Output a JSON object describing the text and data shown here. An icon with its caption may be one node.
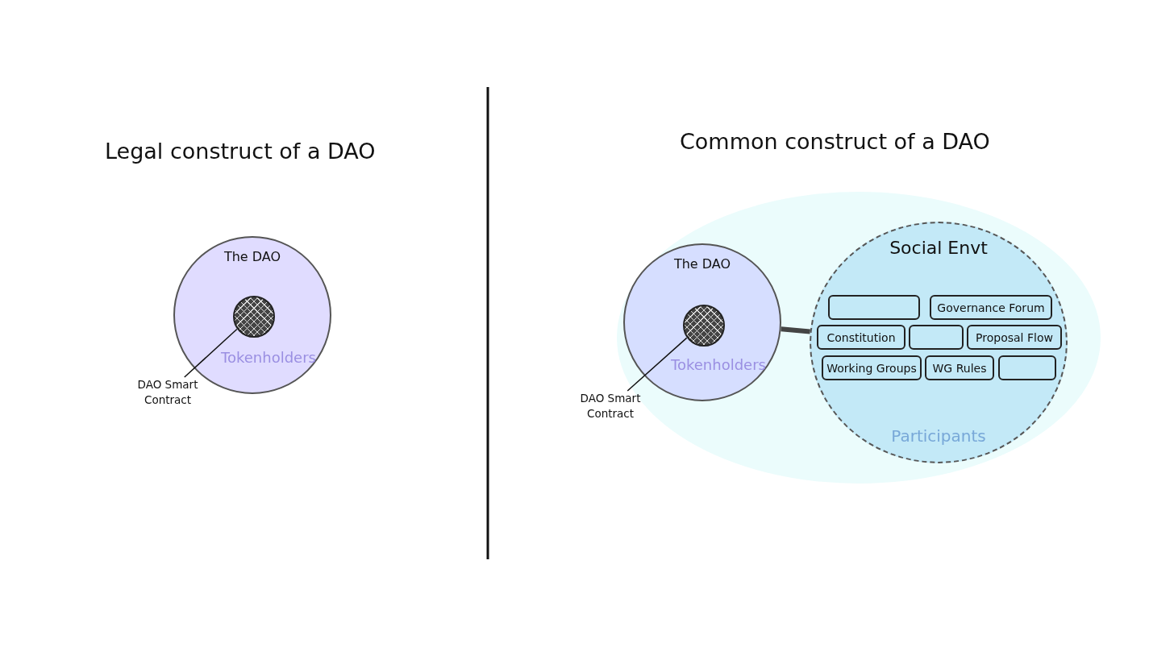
{
  "diagram": {
    "nodes": [
      {
        "text": [
          "The DAO",
          "Tokenholders"
        ]
      },
      {
        "text": [],
        "shape": "circle",
        "in": 0
      },
      {
        "text": [
          "DAO Smart Contract"
        ]
      },
      {
        "text": [],
        "shape": "ellipse"
      },
      {
        "text": [
          "The DAO",
          "Tokenholders"
        ],
        "in": 3
      },
      {
        "text": [],
        "shape": "circle",
        "in": 4
      },
      {
        "text": [
          "DAO Smart Contract"
        ]
      },
      {
        "text": [
          "Social Envt",
          "Participants"
        ],
        "in": 3
      },
      {
        "text": [],
        "shape": "box",
        "in": 7
      },
      {
        "text": [
          "Governance Forum"
        ],
        "in": 7
      },
      {
        "text": [
          "Constitution"
        ],
        "in": 7
      },
      {
        "text": [],
        "shape": "box",
        "in": 7
      },
      {
        "text": [
          "Proposal Flow"
        ],
        "in": 7
      },
      {
        "text": [
          "Working Groups"
        ],
        "in": 7
      },
      {
        "text": [
          "WG Rules"
        ],
        "in": 7
      },
      {
        "text": [],
        "shape": "box",
        "in": 7
      }
    ],
    "edges": [
      {
        "from": 2,
        "to": 1,
        "arrow": "none"
      },
      {
        "from": 6,
        "to": 5,
        "arrow": "none"
      },
      {
        "from": 4,
        "to": 7,
        "arrow": "none",
        "style": "thick",
        "color": "#444444"
      }
    ],
    "labels": [
      "Legal construct of a DAO",
      "Common construct of a DAO"
    ]
  }
}
